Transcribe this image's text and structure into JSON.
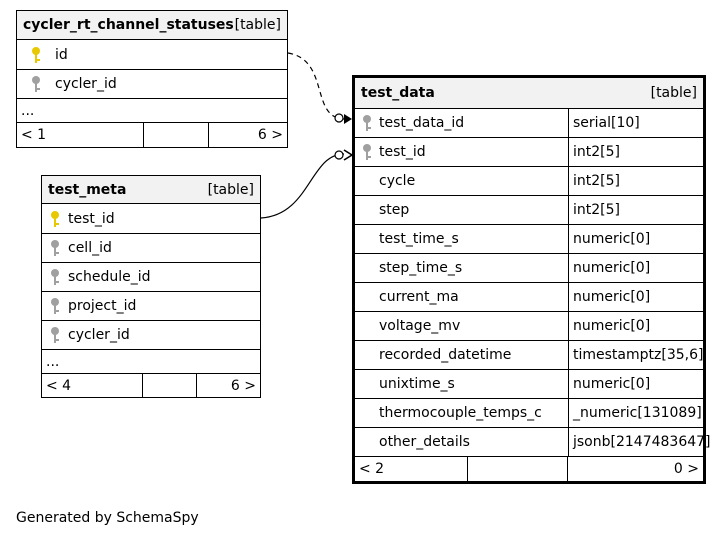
{
  "tables": {
    "cycler": {
      "name": "cycler_rt_channel_statuses",
      "kind": "[table]",
      "columns": [
        {
          "name": "id",
          "key": "primary"
        },
        {
          "name": "cycler_id",
          "key": "foreign"
        }
      ],
      "more": "...",
      "footer": {
        "left": "< 1",
        "right": "6 >"
      }
    },
    "meta": {
      "name": "test_meta",
      "kind": "[table]",
      "columns": [
        {
          "name": "test_id",
          "key": "primary"
        },
        {
          "name": "cell_id",
          "key": "foreign"
        },
        {
          "name": "schedule_id",
          "key": "foreign"
        },
        {
          "name": "project_id",
          "key": "foreign"
        },
        {
          "name": "cycler_id",
          "key": "foreign"
        }
      ],
      "more": "...",
      "footer": {
        "left": "< 4",
        "right": "6 >"
      }
    },
    "data": {
      "name": "test_data",
      "kind": "[table]",
      "columns": [
        {
          "name": "test_data_id",
          "type": "serial[10]",
          "key": "foreign"
        },
        {
          "name": "test_id",
          "type": "int2[5]",
          "key": "foreign"
        },
        {
          "name": "cycle",
          "type": "int2[5]",
          "key": "none"
        },
        {
          "name": "step",
          "type": "int2[5]",
          "key": "none"
        },
        {
          "name": "test_time_s",
          "type": "numeric[0]",
          "key": "none"
        },
        {
          "name": "step_time_s",
          "type": "numeric[0]",
          "key": "none"
        },
        {
          "name": "current_ma",
          "type": "numeric[0]",
          "key": "none"
        },
        {
          "name": "voltage_mv",
          "type": "numeric[0]",
          "key": "none"
        },
        {
          "name": "recorded_datetime",
          "type": "timestamptz[35,6]",
          "key": "none"
        },
        {
          "name": "unixtime_s",
          "type": "numeric[0]",
          "key": "none"
        },
        {
          "name": "thermocouple_temps_c",
          "type": "_numeric[131089]",
          "key": "none"
        },
        {
          "name": "other_details",
          "type": "jsonb[2147483647]",
          "key": "none"
        }
      ],
      "footer": {
        "left": "< 2",
        "right": "0 >"
      }
    }
  },
  "colors": {
    "primary_key": "#e8c800",
    "foreign_key": "#a0a0a0",
    "header_bg": "#f2f2f2"
  },
  "generated_by": "Generated by SchemaSpy"
}
